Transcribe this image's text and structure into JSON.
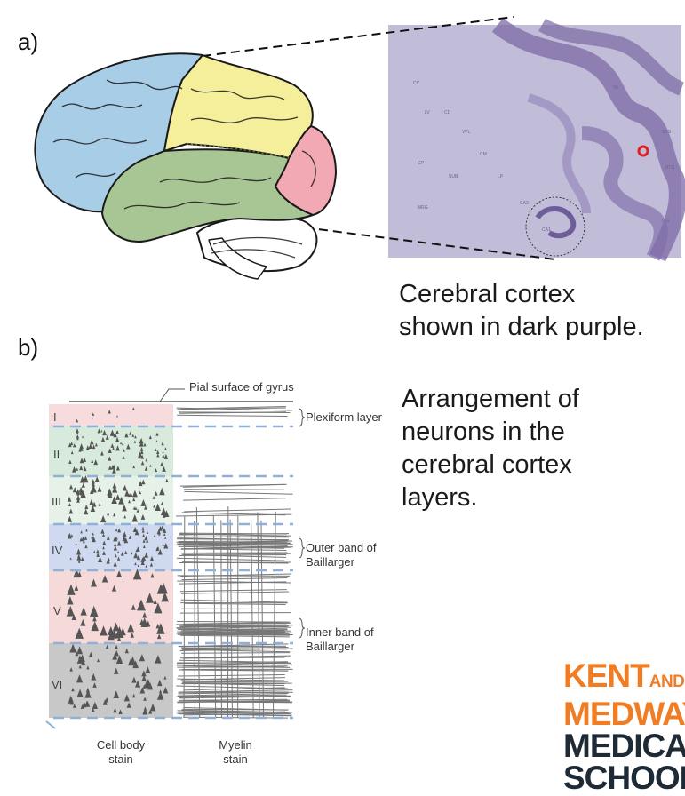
{
  "panels": {
    "a_label": "a)",
    "b_label": "b)"
  },
  "captions": {
    "a_text": "Cerebral cortex\nshown in dark purple.",
    "b_text": "Arrangement of\nneurons in the\ncerebral cortex\nlayers."
  },
  "cortex_diagram": {
    "pial_label": "Pial surface of gyrus",
    "layers": [
      {
        "numeral": "I",
        "color": "#f6dcdc"
      },
      {
        "numeral": "II",
        "color": "#d7eadb"
      },
      {
        "numeral": "III",
        "color": "#e6f1e8"
      },
      {
        "numeral": "IV",
        "color": "#cfd9ef"
      },
      {
        "numeral": "V",
        "color": "#f6d9d9"
      },
      {
        "numeral": "VI",
        "color": "#c8c8c8"
      }
    ],
    "annotations": {
      "plexiform": "Plexiform layer",
      "outer_band": "Outer band of\nBaillarger",
      "inner_band": "Inner band of\nBaillarger"
    },
    "stain_labels": {
      "cell_body": "Cell body\nstain",
      "myelin": "Myelin\nstain"
    }
  },
  "brain_colors": {
    "frontal": "#a8cde6",
    "parietal": "#f5ef9c",
    "occipital": "#f2a9b3",
    "temporal": "#a8c594",
    "histology": "#b9b4d3"
  },
  "logo": {
    "line1_big": "KENT",
    "line1_small": "AND",
    "line2": "MEDWAY",
    "line3": "MEDICAL",
    "line4": "SCHOOL",
    "orange": "#f07d24",
    "dark": "#1e2a35"
  }
}
